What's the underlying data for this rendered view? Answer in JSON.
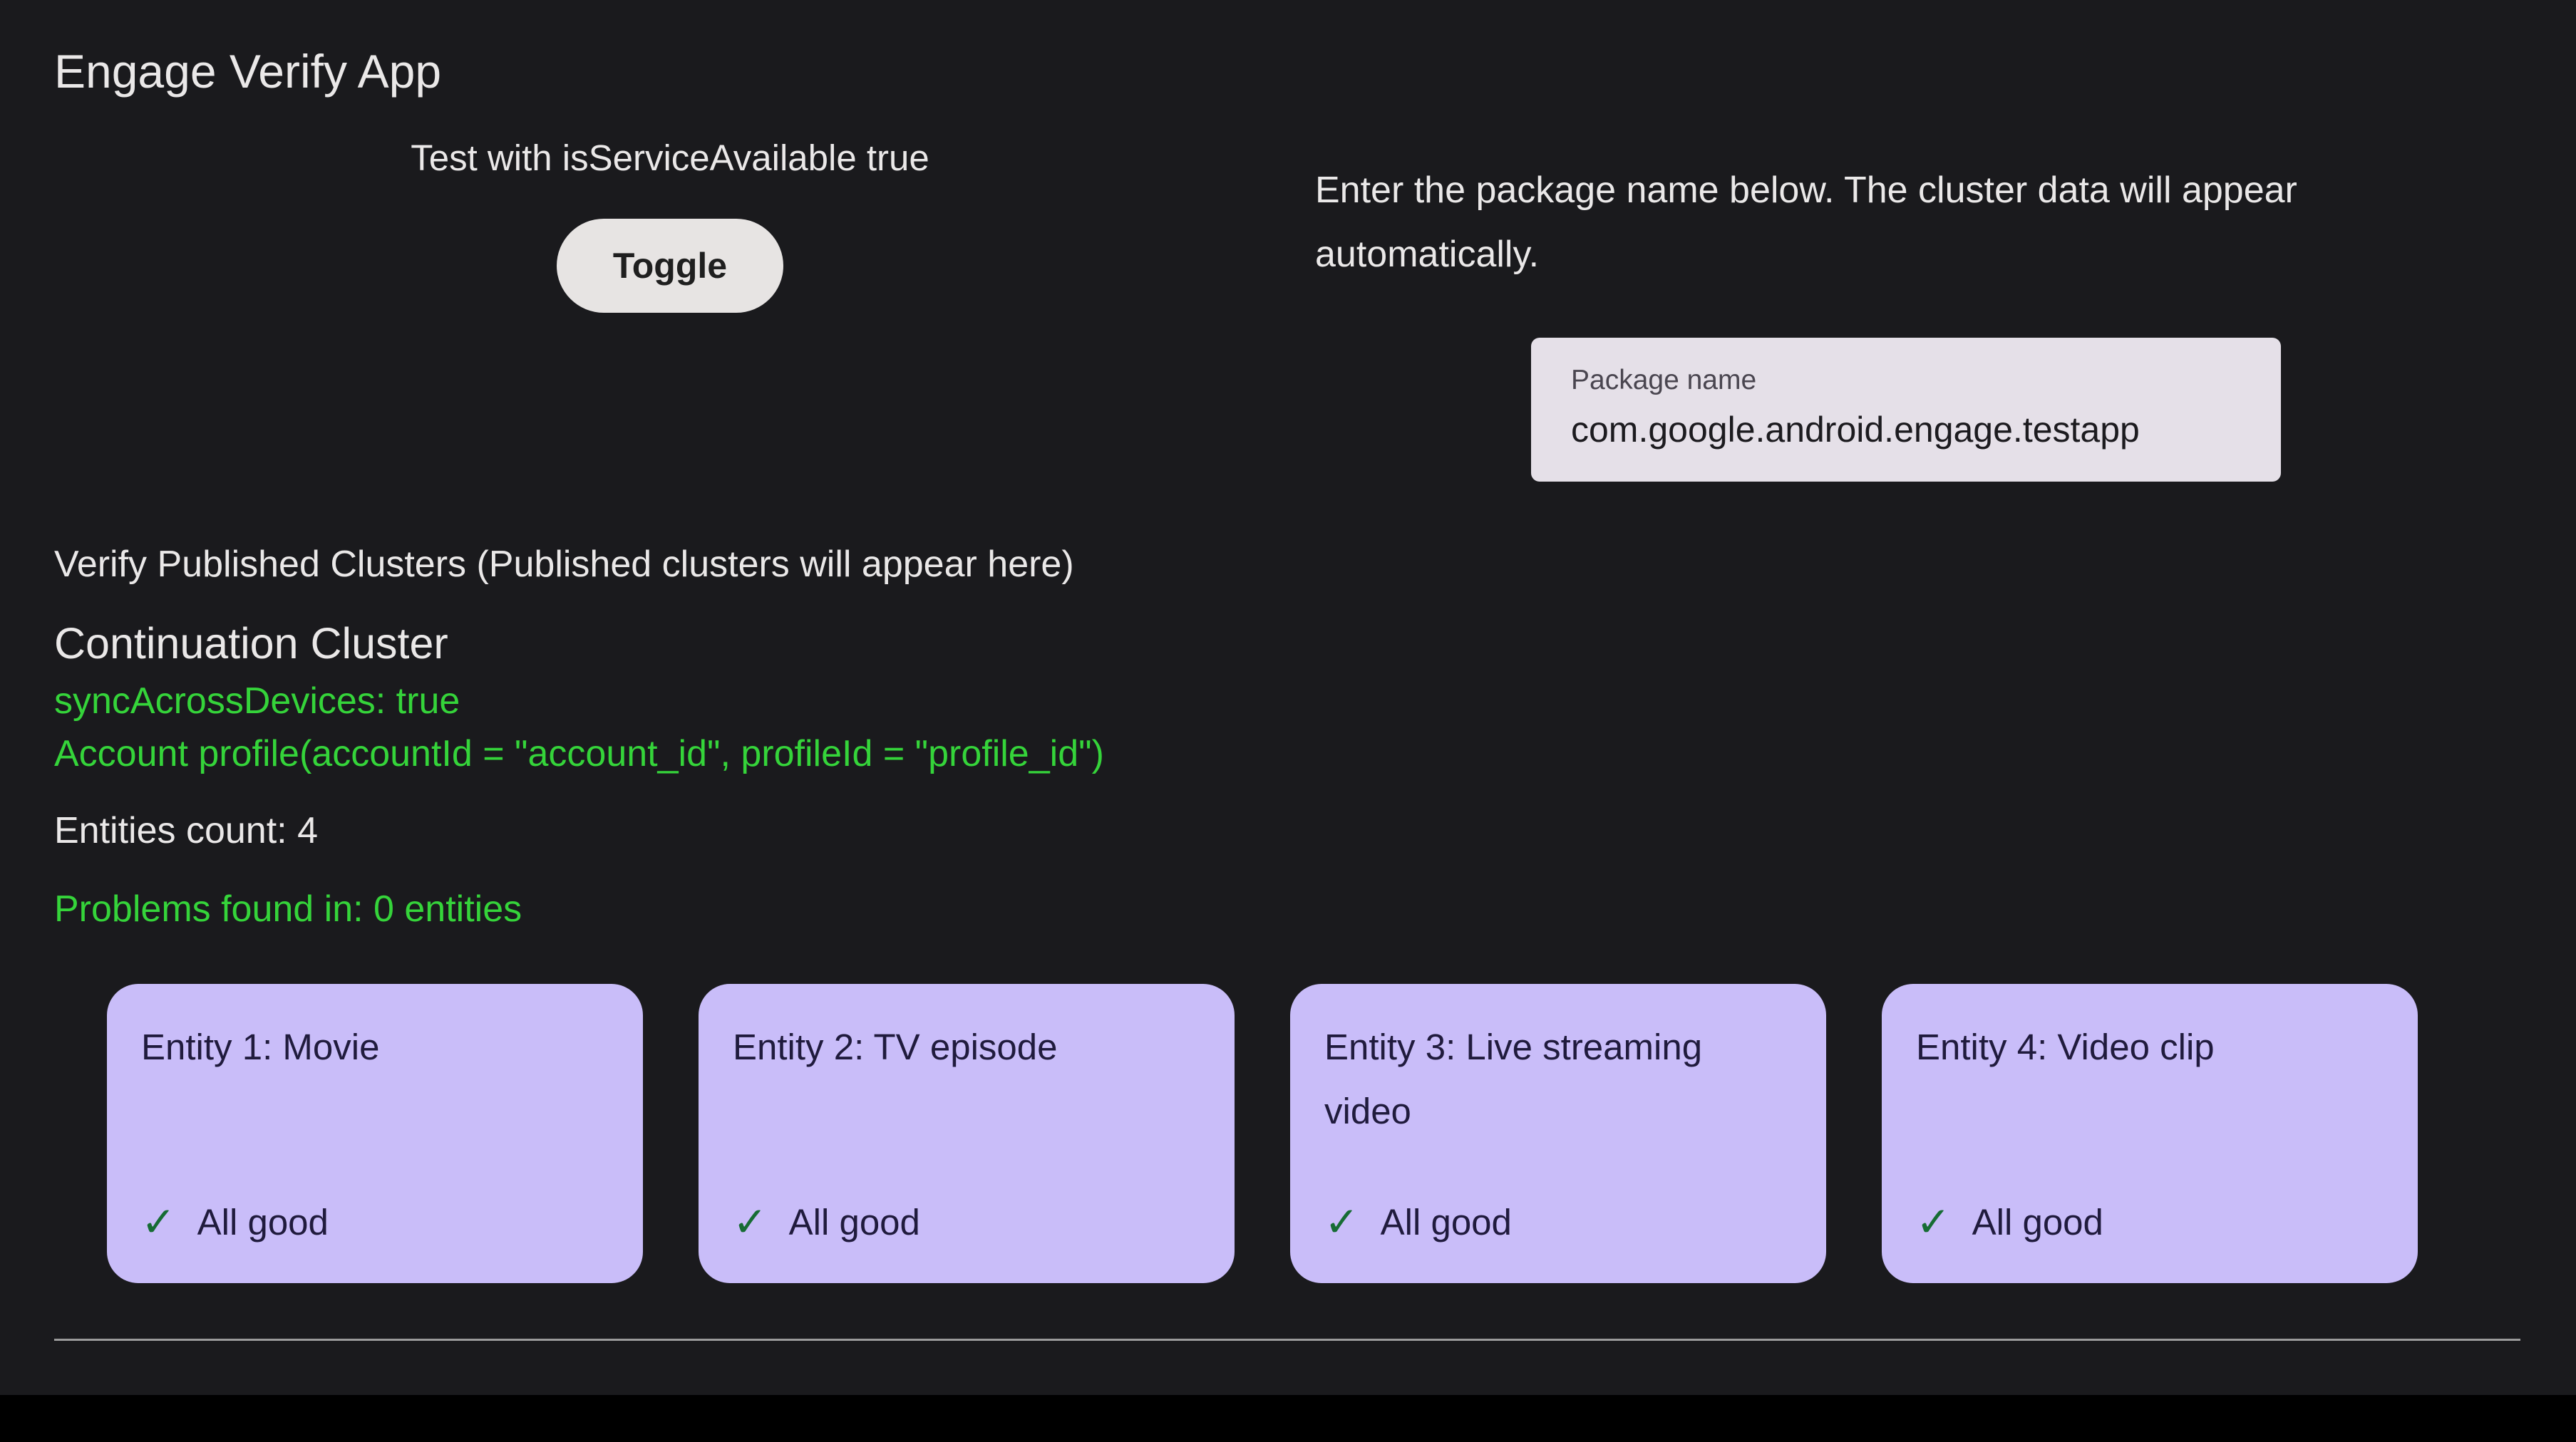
{
  "app": {
    "title": "Engage Verify App"
  },
  "service_toggle": {
    "label": "Test with isServiceAvailable true",
    "button_label": "Toggle"
  },
  "package_section": {
    "instructions": "Enter the package name below. The cluster data will appear automatically.",
    "field_label": "Package name",
    "field_value": "com.google.android.engage.testapp"
  },
  "clusters": {
    "header": "Verify Published Clusters (Published clusters will appear here)",
    "cluster_title": "Continuation Cluster",
    "sync_line": "syncAcrossDevices: true",
    "account_line": "Account profile(accountId = \"account_id\", profileId = \"profile_id\")",
    "entities_count": "Entities count: 4",
    "problems_line": "Problems found in: 0 entities",
    "entities": [
      {
        "title": "Entity 1: Movie",
        "status": "All good"
      },
      {
        "title": "Entity 2: TV episode",
        "status": "All good"
      },
      {
        "title": "Entity 3: Live streaming video",
        "status": "All good"
      },
      {
        "title": "Entity 4: Video clip",
        "status": "All good"
      }
    ]
  },
  "icons": {
    "check": "✓"
  },
  "colors": {
    "background": "#1a1a1d",
    "bottom_bar": "#000000",
    "text_primary": "#eae8e8",
    "green": "#35d43a",
    "button_bg": "#e7e4e3",
    "button_text": "#1f1f1f",
    "field_bg": "#e5e0e8",
    "field_label": "#4a4650",
    "field_text": "#1c1b1f",
    "card_bg": "#c9bdf9",
    "card_text": "#201b3d",
    "check_green": "#166c34",
    "divider": "#9b9b9b"
  }
}
